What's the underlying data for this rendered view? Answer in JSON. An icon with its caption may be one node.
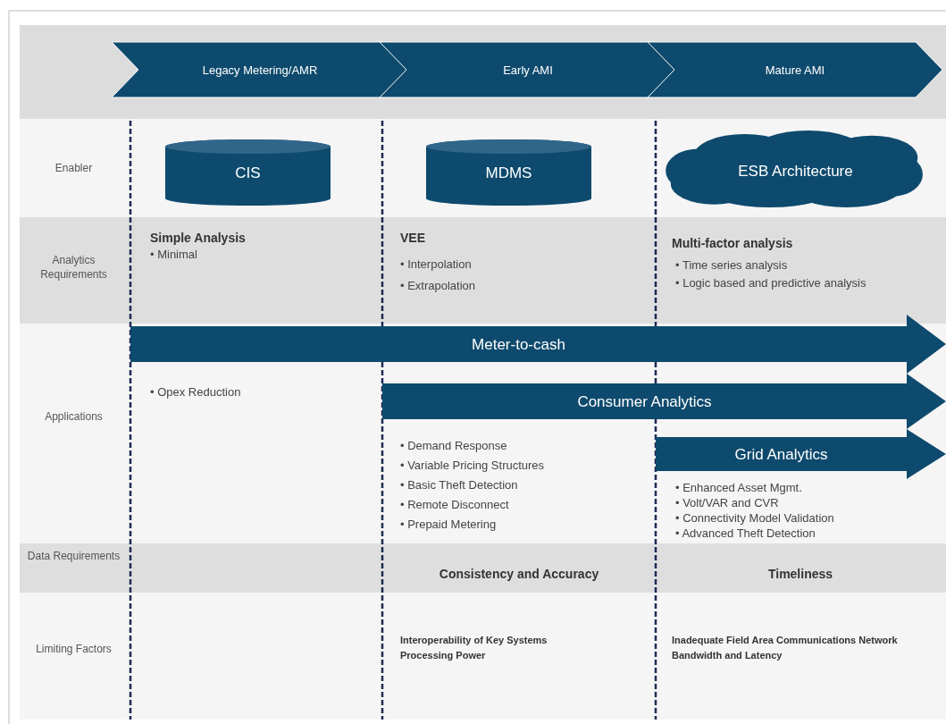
{
  "diagram": {
    "nodes": [
      {
        "text": [
          "Legacy Metering/AMR"
        ]
      },
      {
        "text": [
          "Early AMI"
        ]
      },
      {
        "text": [
          "Mature AMI"
        ]
      },
      {
        "text": [
          "CIS"
        ]
      },
      {
        "text": [
          "MDMS"
        ]
      },
      {
        "text": [
          "ESB Architecture"
        ]
      },
      {
        "text": [
          "Meter-to-cash"
        ]
      },
      {
        "text": [
          "Consumer Analytics"
        ]
      },
      {
        "text": [
          "Grid Analytics"
        ]
      }
    ],
    "labels": [
      "Enabler",
      "Analytics Requirements",
      "Simple Analysis",
      "• Minimal",
      "VEE",
      "• Interpolation",
      "• Extrapolation",
      "Multi-factor analysis",
      "• Time series analysis",
      "• Logic based and predictive analysis",
      "Applications",
      "• Opex Reduction",
      "• Demand Response",
      "• Variable Pricing Structures",
      "• Basic Theft Detection",
      "• Remote Disconnect",
      "• Prepaid Metering",
      "• Enhanced Asset Mgmt.",
      "• Volt/VAR and CVR",
      "• Connectivity Model Validation",
      "• Advanced Theft Detection",
      "Data Requirements",
      "Consistency and Accuracy",
      "Timeliness",
      "Limiting Factors",
      "Interoperability of Key Systems",
      "Processing Power",
      "Inadequate Field Area Communications Network Bandwidth and Latency"
    ]
  }
}
